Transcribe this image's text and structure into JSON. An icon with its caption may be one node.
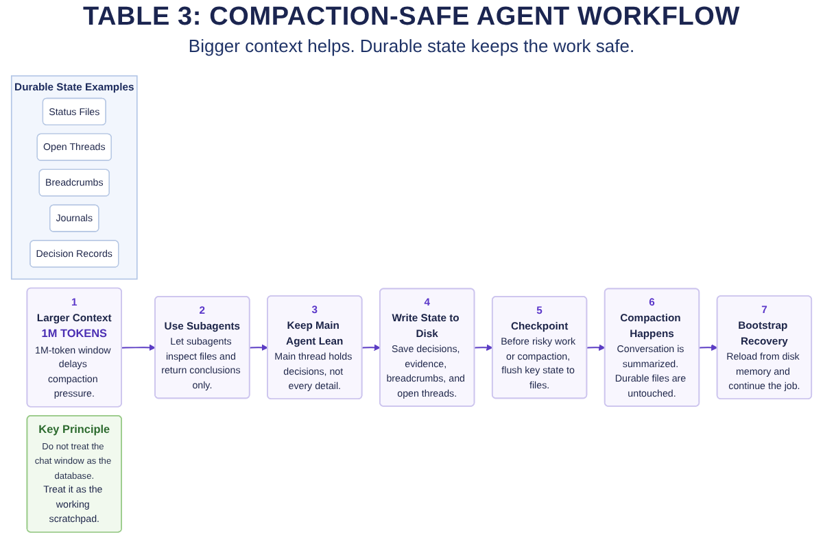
{
  "diagram": {
    "title": "TABLE 3: COMPACTION-SAFE AGENT WORKFLOW",
    "nodes": [
      {
        "text": [
          "1",
          "Larger Context",
          "1M TOKENS",
          "1M-token window delays compaction pressure."
        ]
      },
      {
        "text": [
          "2",
          "Use Subagents",
          "Let subagents inspect files and return conclusions only."
        ]
      },
      {
        "text": [
          "3",
          "Keep Main Agent Lean",
          "Main thread holds decisions, not every detail."
        ]
      },
      {
        "text": [
          "4",
          "Write State to Disk",
          "Save decisions, evidence, breadcrumbs, and open threads."
        ]
      },
      {
        "text": [
          "5",
          "Checkpoint",
          "Before risky work or compaction, flush key state to files."
        ]
      },
      {
        "text": [
          "6",
          "Compaction Happens",
          "Conversation is summarized. Durable files are untouched."
        ]
      },
      {
        "text": [
          "7",
          "Bootstrap Recovery",
          "Reload from disk memory and continue the job."
        ]
      },
      {
        "text": [
          "Key Principle",
          "Do not treat the chat window as the database.",
          "Treat it as the working scratchpad."
        ]
      },
      {
        "text": [
          "Durable State Examples"
        ]
      },
      {
        "text": [
          "Status Files"
        ],
        "in": 8
      },
      {
        "text": [
          "Open Threads"
        ],
        "in": 8
      },
      {
        "text": [
          "Breadcrumbs"
        ],
        "in": 8
      },
      {
        "text": [
          "Journals"
        ],
        "in": 8
      },
      {
        "text": [
          "Decision Records"
        ],
        "in": 8
      }
    ],
    "edges": [
      {
        "from": 0,
        "to": 1,
        "arrow": "to"
      },
      {
        "from": 1,
        "to": 2,
        "arrow": "to"
      },
      {
        "from": 2,
        "to": 3,
        "arrow": "to"
      },
      {
        "from": 3,
        "to": 4,
        "arrow": "to"
      },
      {
        "from": 4,
        "to": 5,
        "arrow": "to"
      },
      {
        "from": 5,
        "to": 6,
        "arrow": "to"
      }
    ],
    "labels": [
      "Bigger context helps. Durable state keeps the work safe."
    ]
  }
}
